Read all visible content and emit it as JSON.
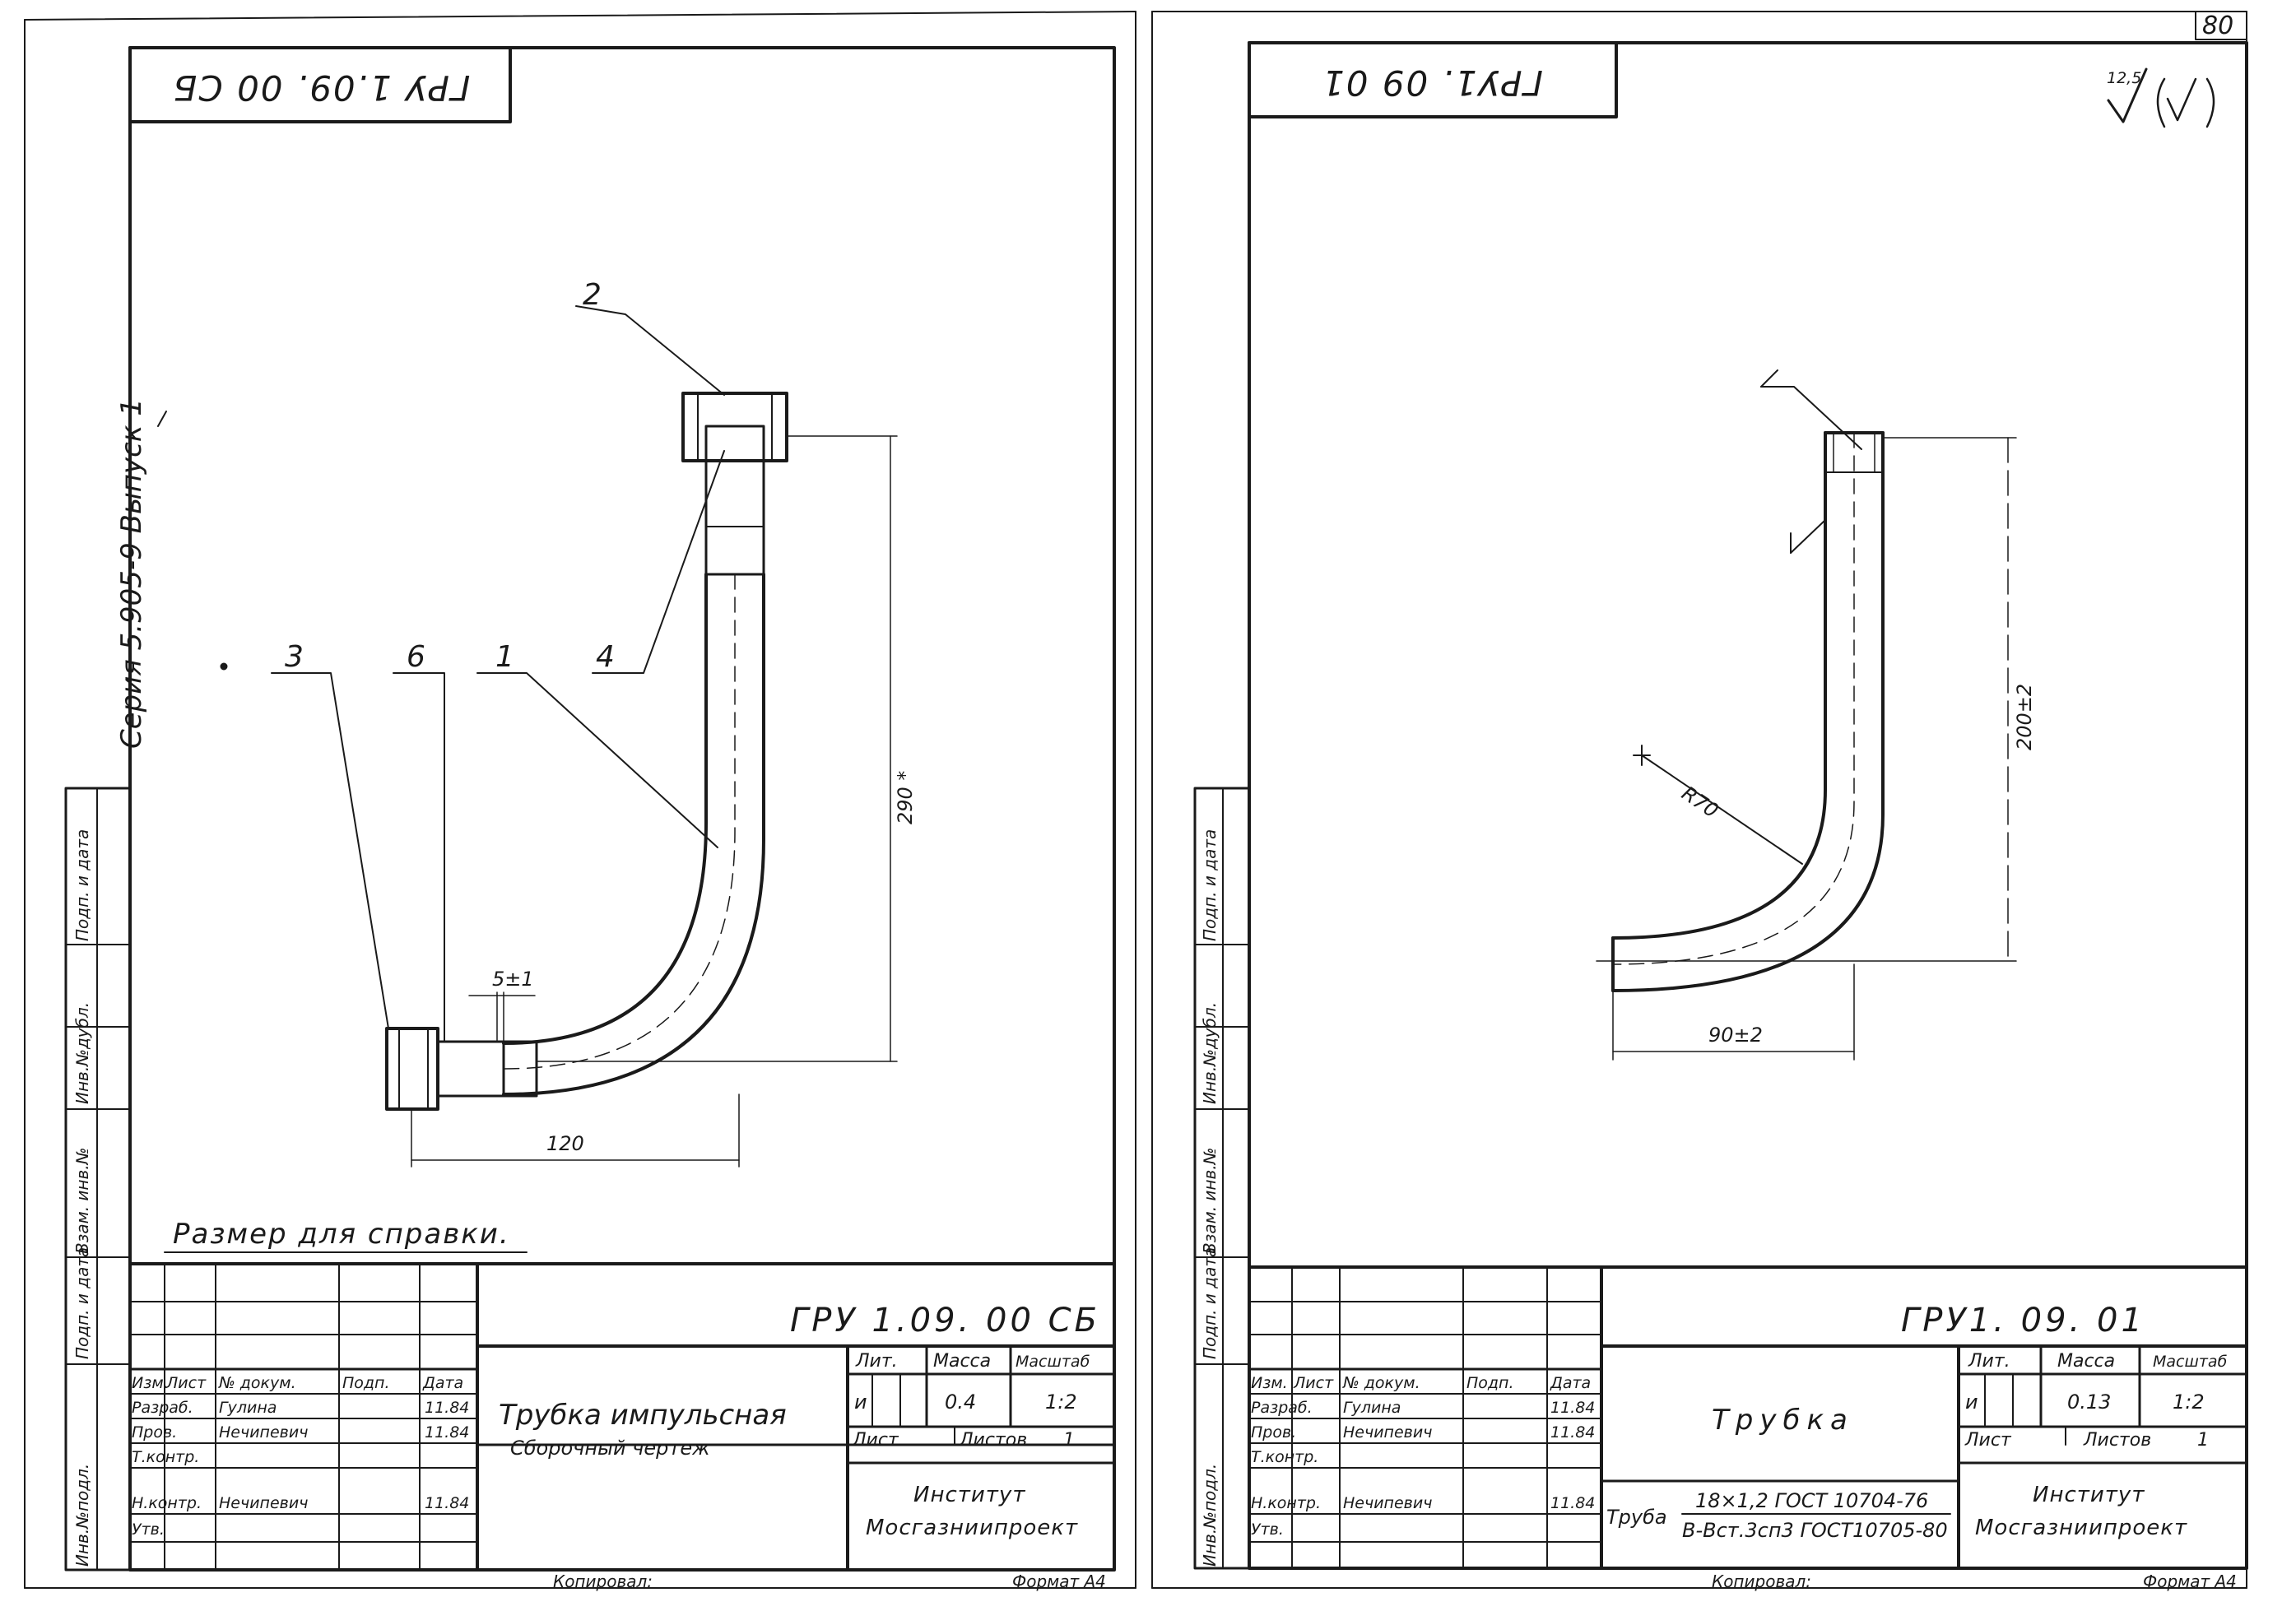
{
  "sheet_number": "80",
  "side_columns": [
    "Инв.№подл.",
    "Подп. и дата",
    "Взам. инв.№",
    "Инв.№дубл.",
    "Подп. и дата"
  ],
  "table_headers": {
    "izm": "Изм.",
    "list": "Лист",
    "doc_no": "№ докум.",
    "sign": "Подп.",
    "date": "Дата",
    "lit": "Лит.",
    "mass": "Масса",
    "scale": "Масштаб",
    "sheet": "Лист",
    "sheets": "Листов"
  },
  "left_sheet": {
    "stamp": "ГРУ 1.09. 00 СБ",
    "series": "Серия 5.905-9   Выпуск 1",
    "callouts": [
      "2",
      "3",
      "6",
      "1",
      "4"
    ],
    "dims": {
      "height": "290 *",
      "width": "120",
      "gap": "5±1"
    },
    "note": "Размер для справки.",
    "title_block": {
      "code": "ГРУ 1.09. 00 СБ",
      "title": "Трубка импульсная",
      "subtitle": "Сборочный чертеж",
      "rows": [
        {
          "role": "Разраб.",
          "name": "Гулина",
          "date": "11.84"
        },
        {
          "role": "Пров.",
          "name": "Нечипевич",
          "date": "11.84"
        },
        {
          "role": "Т.контр.",
          "name": "",
          "date": ""
        },
        {
          "role": "Н.контр.",
          "name": "Нечипевич",
          "date": "11.84"
        },
        {
          "role": "Утв.",
          "name": "",
          "date": ""
        }
      ],
      "lit": "и",
      "mass": "0.4",
      "scale": "1:2",
      "sheets_count": "1",
      "org_line1": "Институт",
      "org_line2": "Мосгазниипроект"
    },
    "footer_copied": "Копировал: ",
    "footer_format": "Формат А4"
  },
  "right_sheet": {
    "stamp": "ГРУ1. 09 01",
    "roughness": "12,5",
    "dims": {
      "height": "200±2",
      "width": "90±2",
      "radius": "R70"
    },
    "title_block": {
      "code": "ГРУ1. 09. 01",
      "title": "Трубка",
      "material_prefix": "Труба",
      "material_top": "18×1,2 ГОСТ 10704-76",
      "material_bottom": "В-Вст.3сп3 ГОСТ10705-80",
      "rows": [
        {
          "role": "Разраб.",
          "name": "Гулина",
          "date": "11.84"
        },
        {
          "role": "Пров.",
          "name": "Нечипевич",
          "date": "11.84"
        },
        {
          "role": "Т.контр.",
          "name": "",
          "date": ""
        },
        {
          "role": "Н.контр.",
          "name": "Нечипевич",
          "date": "11.84"
        },
        {
          "role": "Утв.",
          "name": "",
          "date": ""
        }
      ],
      "lit": "и",
      "mass": "0.13",
      "scale": "1:2",
      "sheets_count": "1",
      "org_line1": "Институт",
      "org_line2": "Мосгазниипроект"
    },
    "footer_copied": "Копировал: ",
    "footer_format": "Формат А4"
  }
}
